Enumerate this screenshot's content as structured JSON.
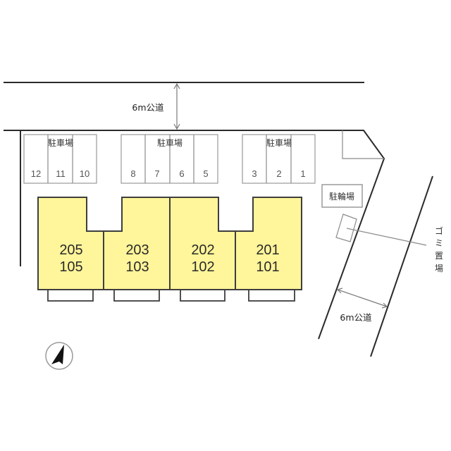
{
  "roads": {
    "north": {
      "label": "6m公道"
    },
    "east": {
      "label": "6m公道"
    }
  },
  "parking": {
    "label": "駐車場",
    "blocks": [
      {
        "label": "駐車場",
        "stalls": [
          "12",
          "11",
          "10"
        ]
      },
      {
        "label": "駐車場",
        "stalls": [
          "8",
          "7",
          "6",
          "5"
        ]
      },
      {
        "label": "駐車場",
        "stalls": [
          "3",
          "2",
          "1"
        ]
      }
    ]
  },
  "bicycle_parking": {
    "label": "駐輪場"
  },
  "garbage": {
    "label": "ゴミ置場",
    "chars": [
      "ゴ",
      "ミ",
      "置",
      "場"
    ]
  },
  "units": [
    {
      "upper": "205",
      "lower": "105"
    },
    {
      "upper": "203",
      "lower": "103"
    },
    {
      "upper": "202",
      "lower": "102"
    },
    {
      "upper": "201",
      "lower": "101"
    }
  ],
  "colors": {
    "unit_fill": "#fff59a",
    "outline": "#3e3e3e"
  },
  "compass": {
    "icon": "north-arrow-icon"
  }
}
